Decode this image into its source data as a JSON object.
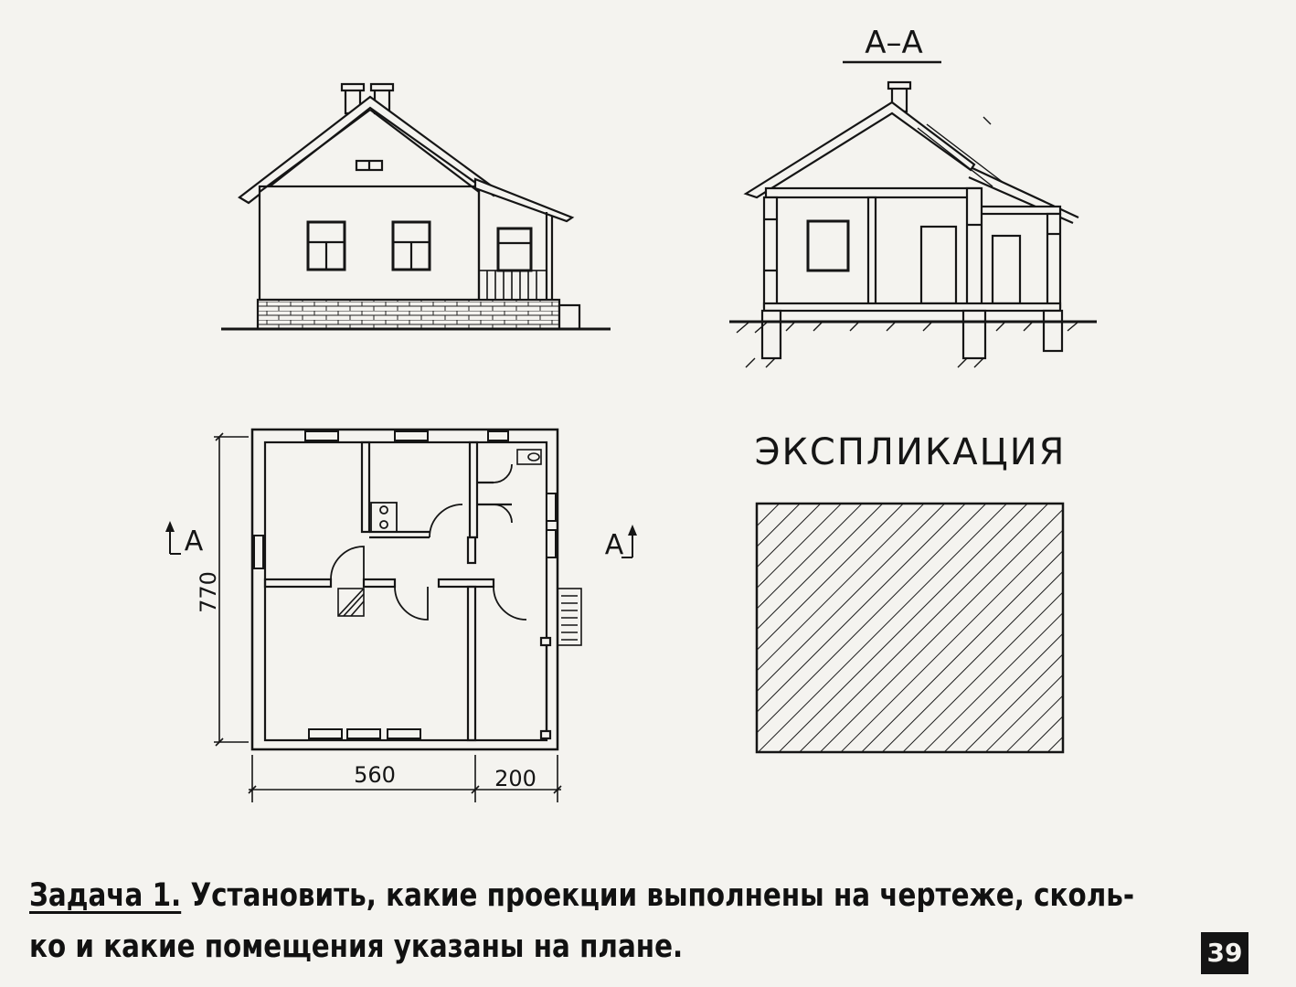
{
  "section_title": "А–А",
  "section_marker_left": "А",
  "section_marker_right": "А",
  "dimensions": {
    "height": "770",
    "width_main": "560",
    "width_porch": "200"
  },
  "explication": {
    "title": "ЭКСПЛИКАЦИЯ"
  },
  "caption": {
    "label": "Задача 1.",
    "line1_rest": "Установить, какие проекции выполнены на чертеже, сколь-",
    "line2": "ко и какие помещения указаны на плане."
  },
  "page_number": "39"
}
